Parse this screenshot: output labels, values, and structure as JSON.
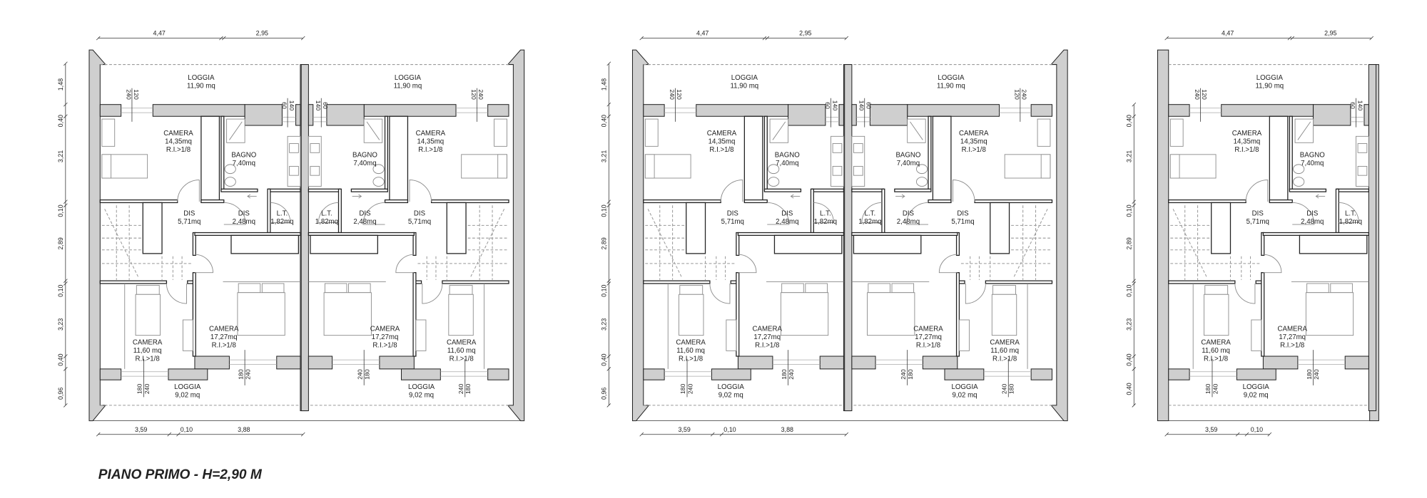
{
  "title": "PIANO PRIMO - H=2,90 M",
  "rooms": {
    "loggia_top": {
      "name": "LOGGIA",
      "area": "11,90 mq"
    },
    "camera_a": {
      "name": "CAMERA",
      "area": "14,35mq",
      "ri": "R.I.>1/8"
    },
    "bagno": {
      "name": "BAGNO",
      "area": "7,40mq"
    },
    "dis_a": {
      "name": "DIS",
      "area": "5,71mq"
    },
    "dis_b": {
      "name": "DIS",
      "area": "2,48mq"
    },
    "lt": {
      "name": "L.T.",
      "area": "1,82mq"
    },
    "camera_b": {
      "name": "CAMERA",
      "area": "17,27mq",
      "ri": "R.I.>1/8"
    },
    "camera_c": {
      "name": "CAMERA",
      "area": "11,60 mq",
      "ri": "R.I.>1/8"
    },
    "loggia_bottom": {
      "name": "LOGGIA",
      "area": "9,02 mq"
    }
  },
  "windows": {
    "w120": [
      "240",
      "120"
    ],
    "w60": [
      "60",
      "140"
    ],
    "w180": [
      "180",
      "240"
    ]
  },
  "dimensions": {
    "top": [
      "4,47",
      "2,95"
    ],
    "bottom": [
      "3,59",
      "0,10",
      "3,88"
    ],
    "left": [
      "1,48",
      "0,40",
      "3,21",
      "0,10",
      "2,89",
      "0,10",
      "3,23",
      "0,40",
      "0,96"
    ],
    "plan3_left": [
      "0,40",
      "3,21",
      "0,10",
      "2,89",
      "0,10",
      "3,23",
      "0,40",
      "0,40"
    ],
    "plan3_bottom": [
      "3,59",
      "0,10"
    ]
  }
}
